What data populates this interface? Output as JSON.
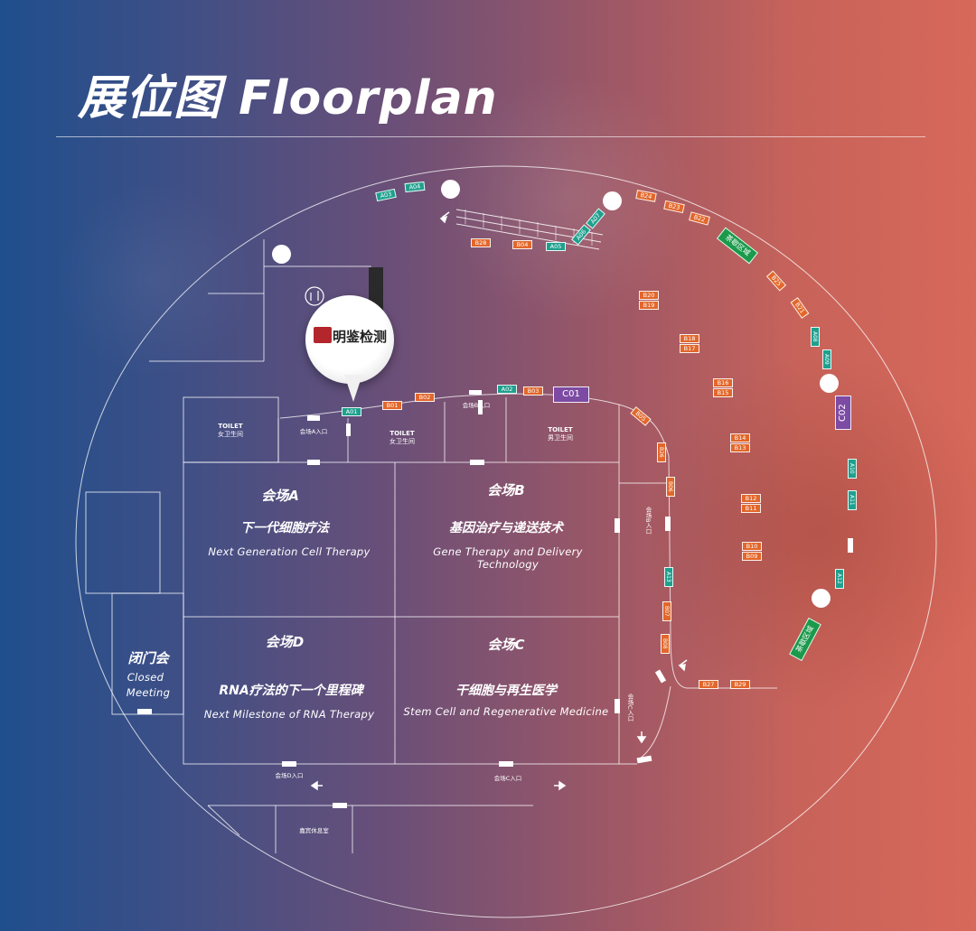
{
  "title": "展位图 Floorplan",
  "exhibitor_pin": {
    "name": "明鉴检测",
    "brand_color": "#b3262b"
  },
  "halls": [
    {
      "id": "A",
      "name": "会场A",
      "topic_cn": "下一代细胞疗法",
      "topic_en": "Next Generation Cell Therapy"
    },
    {
      "id": "B",
      "name": "会场B",
      "topic_cn": "基因治疗与递送技术",
      "topic_en": "Gene Therapy and Delivery Technology"
    },
    {
      "id": "D",
      "name": "会场D",
      "topic_cn": "RNA疗法的下一个里程碑",
      "topic_en": "Next Milestone of RNA Therapy"
    },
    {
      "id": "C",
      "name": "会场C",
      "topic_cn": "干细胞与再生医学",
      "topic_en": "Stem Cell and Regenerative Medicine"
    }
  ],
  "closed_meeting": {
    "cn": "闭门会",
    "en1": "Closed",
    "en2": "Meeting"
  },
  "toilets": [
    {
      "label": "TOILET",
      "sub": "女卫生间"
    },
    {
      "label": "TOILET",
      "sub": "女卫生间"
    },
    {
      "label": "TOILET",
      "sub": "男卫生间"
    }
  ],
  "entrances": {
    "a": "会场A入口",
    "b": "会场B入口",
    "b_side": "会场B入口",
    "c": "会场C入口",
    "c_side": "会场C入口",
    "d": "会场D入口"
  },
  "vip_room": "嘉宾休息室",
  "tea_break": "茶歇区域",
  "booths": {
    "orange": [
      "B01",
      "B02",
      "B03",
      "B04",
      "B05",
      "B06",
      "B07",
      "B08",
      "B09",
      "B10",
      "B11",
      "B12",
      "B13",
      "B14",
      "B15",
      "B16",
      "B17",
      "B18",
      "B19",
      "B20",
      "B21",
      "B22",
      "B23",
      "B24",
      "B25",
      "B26",
      "B27",
      "B28",
      "B29"
    ],
    "teal": [
      "A01",
      "A02",
      "A03",
      "A04",
      "A05",
      "A06",
      "A07",
      "A08",
      "A09",
      "A10",
      "A11",
      "A12",
      "A13"
    ],
    "purple": [
      "C01",
      "C02"
    ]
  },
  "colors": {
    "orange": "#e2672b",
    "teal": "#1fa08e",
    "purple": "#7d4ba3",
    "green": "#1a9a4a"
  }
}
